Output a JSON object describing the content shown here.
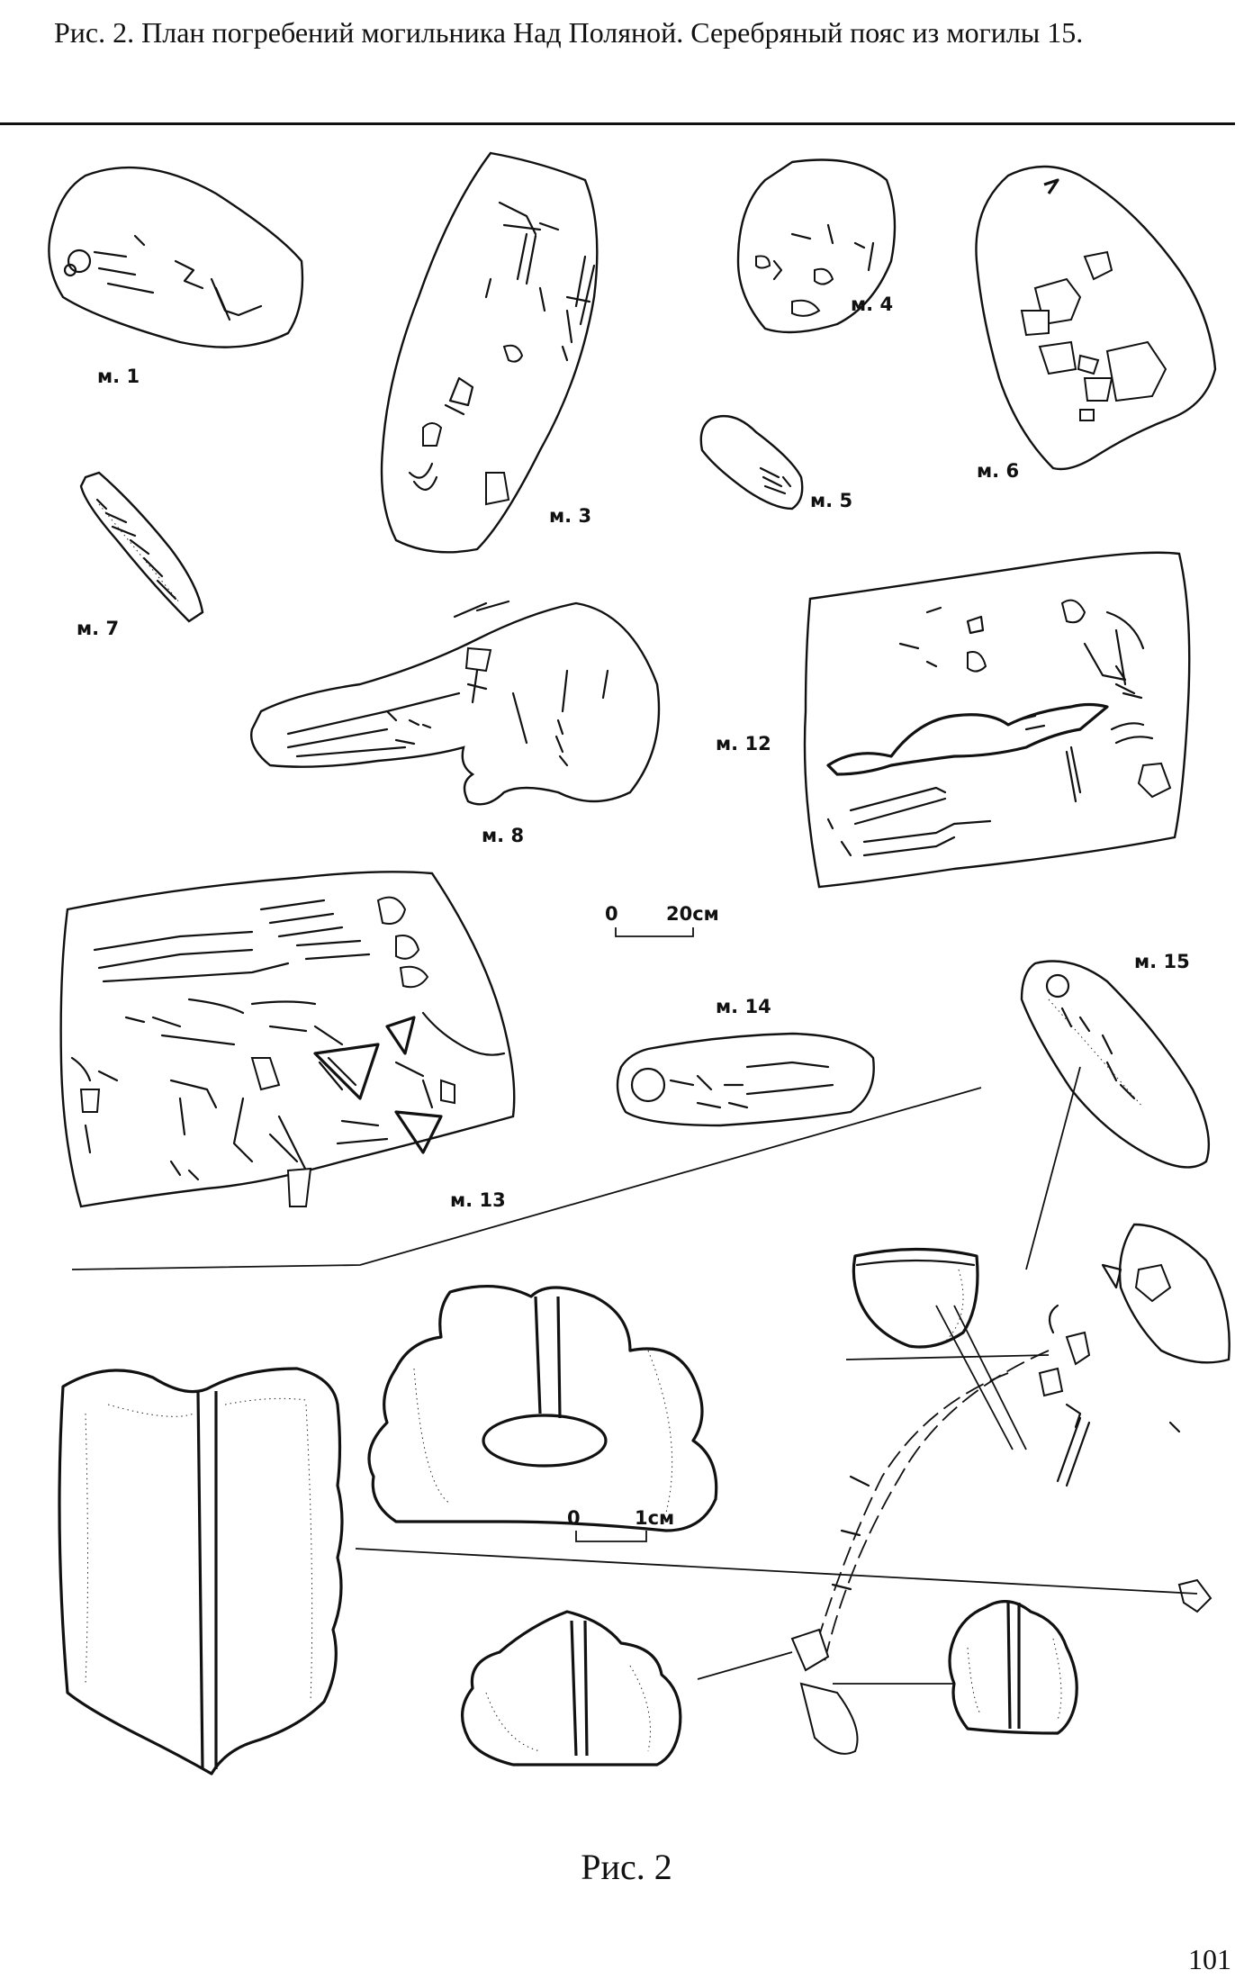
{
  "caption": "Рис. 2. План погребений могильника Над Поляной. Серебряный пояс из могилы 15.",
  "graves": [
    {
      "id": "m1",
      "label": "м. 1"
    },
    {
      "id": "m3",
      "label": "м. 3"
    },
    {
      "id": "m4",
      "label": "м. 4"
    },
    {
      "id": "m5",
      "label": "м. 5"
    },
    {
      "id": "m6",
      "label": "м. 6"
    },
    {
      "id": "m7",
      "label": "м. 7"
    },
    {
      "id": "m8",
      "label": "м. 8"
    },
    {
      "id": "m12",
      "label": "м. 12"
    },
    {
      "id": "m13",
      "label": "м. 13"
    },
    {
      "id": "m14",
      "label": "м. 14"
    },
    {
      "id": "m15",
      "label": "м. 15"
    }
  ],
  "scale_graves": {
    "zero": "0",
    "value": "20см"
  },
  "scale_belt": {
    "zero": "0",
    "value": "1см"
  },
  "figure_label": "Рис. 2",
  "page_number": "101"
}
